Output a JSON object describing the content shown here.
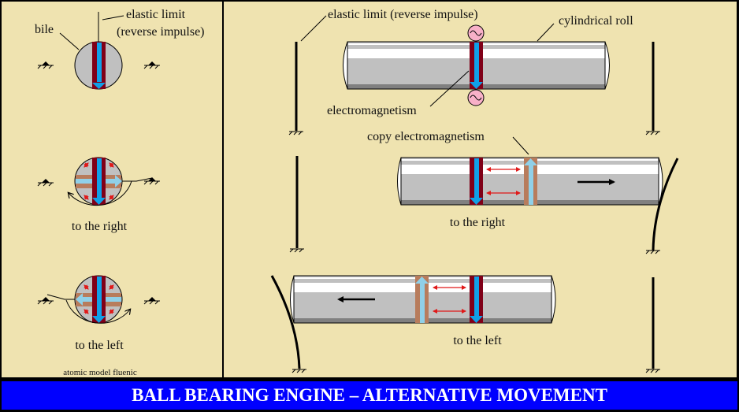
{
  "title": "BALL BEARING ENGINE – ALTERNATIVE MOVEMENT",
  "colors": {
    "background": "#efe3b0",
    "title_band": "#0000ff",
    "title_text": "#ffffff",
    "bile_gray": "#c0c0c0",
    "electromagnetism_band": "#800018",
    "impulse_arrow": "#10a0e8",
    "copy_band": "#b87c5c",
    "copy_arrow": "#90d0e8",
    "force_arrow": "#e01818",
    "ac_source": "#f8b0c8",
    "cylinder_highlight": "#ffffff",
    "cylinder_shadow": "#808080"
  },
  "left_panel": {
    "caption": "atomic model fluenic",
    "top": {
      "label_bile": "bile",
      "label_elastic_1": "elastic limit",
      "label_elastic_2": "(reverse impulse)"
    },
    "middle": {
      "label": "to the right",
      "direction": "right"
    },
    "bottom": {
      "label": "to the left",
      "direction": "left"
    }
  },
  "right_panel": {
    "top": {
      "label_elastic": "elastic limit (reverse impulse)",
      "label_roll": "cylindrical roll",
      "label_electromagnetism": "electromagnetism"
    },
    "middle": {
      "label_copy": "copy electromagnetism",
      "label": "to the right",
      "direction": "right"
    },
    "bottom": {
      "label": "to the left",
      "direction": "left"
    }
  }
}
